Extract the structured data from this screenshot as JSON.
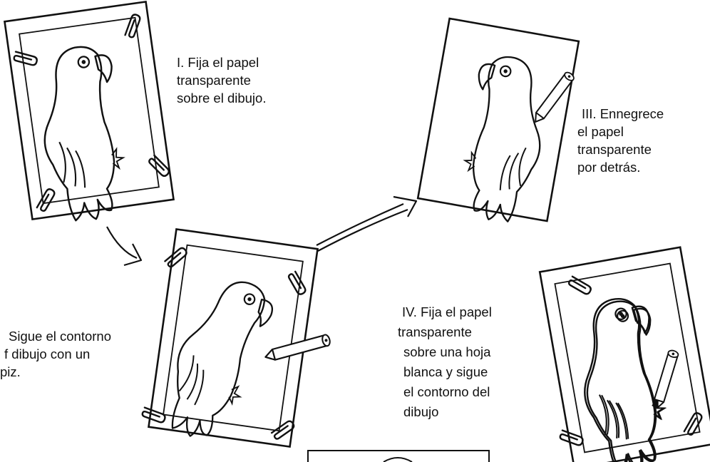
{
  "captions": {
    "step1": {
      "line1": "I. Fija el papel",
      "line2": "transparente",
      "line3": "sobre el dibujo."
    },
    "step2": {
      "line1": "Sigue el contorno",
      "line2": "f dibujo con un",
      "line3": "piz."
    },
    "step3": {
      "line1": "III. Ennegrece",
      "line2": "el papel",
      "line3": "transparente",
      "line4": "por detrás."
    },
    "step4": {
      "line1": "IV. Fija el papel",
      "line2": "transparente",
      "line3": "sobre una hoja",
      "line4": "blanca y sigue",
      "line5": "el contorno del",
      "line6": "dibujo"
    }
  },
  "icons": [
    "paper-clip-icon",
    "pencil-icon",
    "parrot-drawing",
    "arrow-icon"
  ],
  "colors": {
    "ink": "#111111",
    "paper": "#ffffff"
  }
}
